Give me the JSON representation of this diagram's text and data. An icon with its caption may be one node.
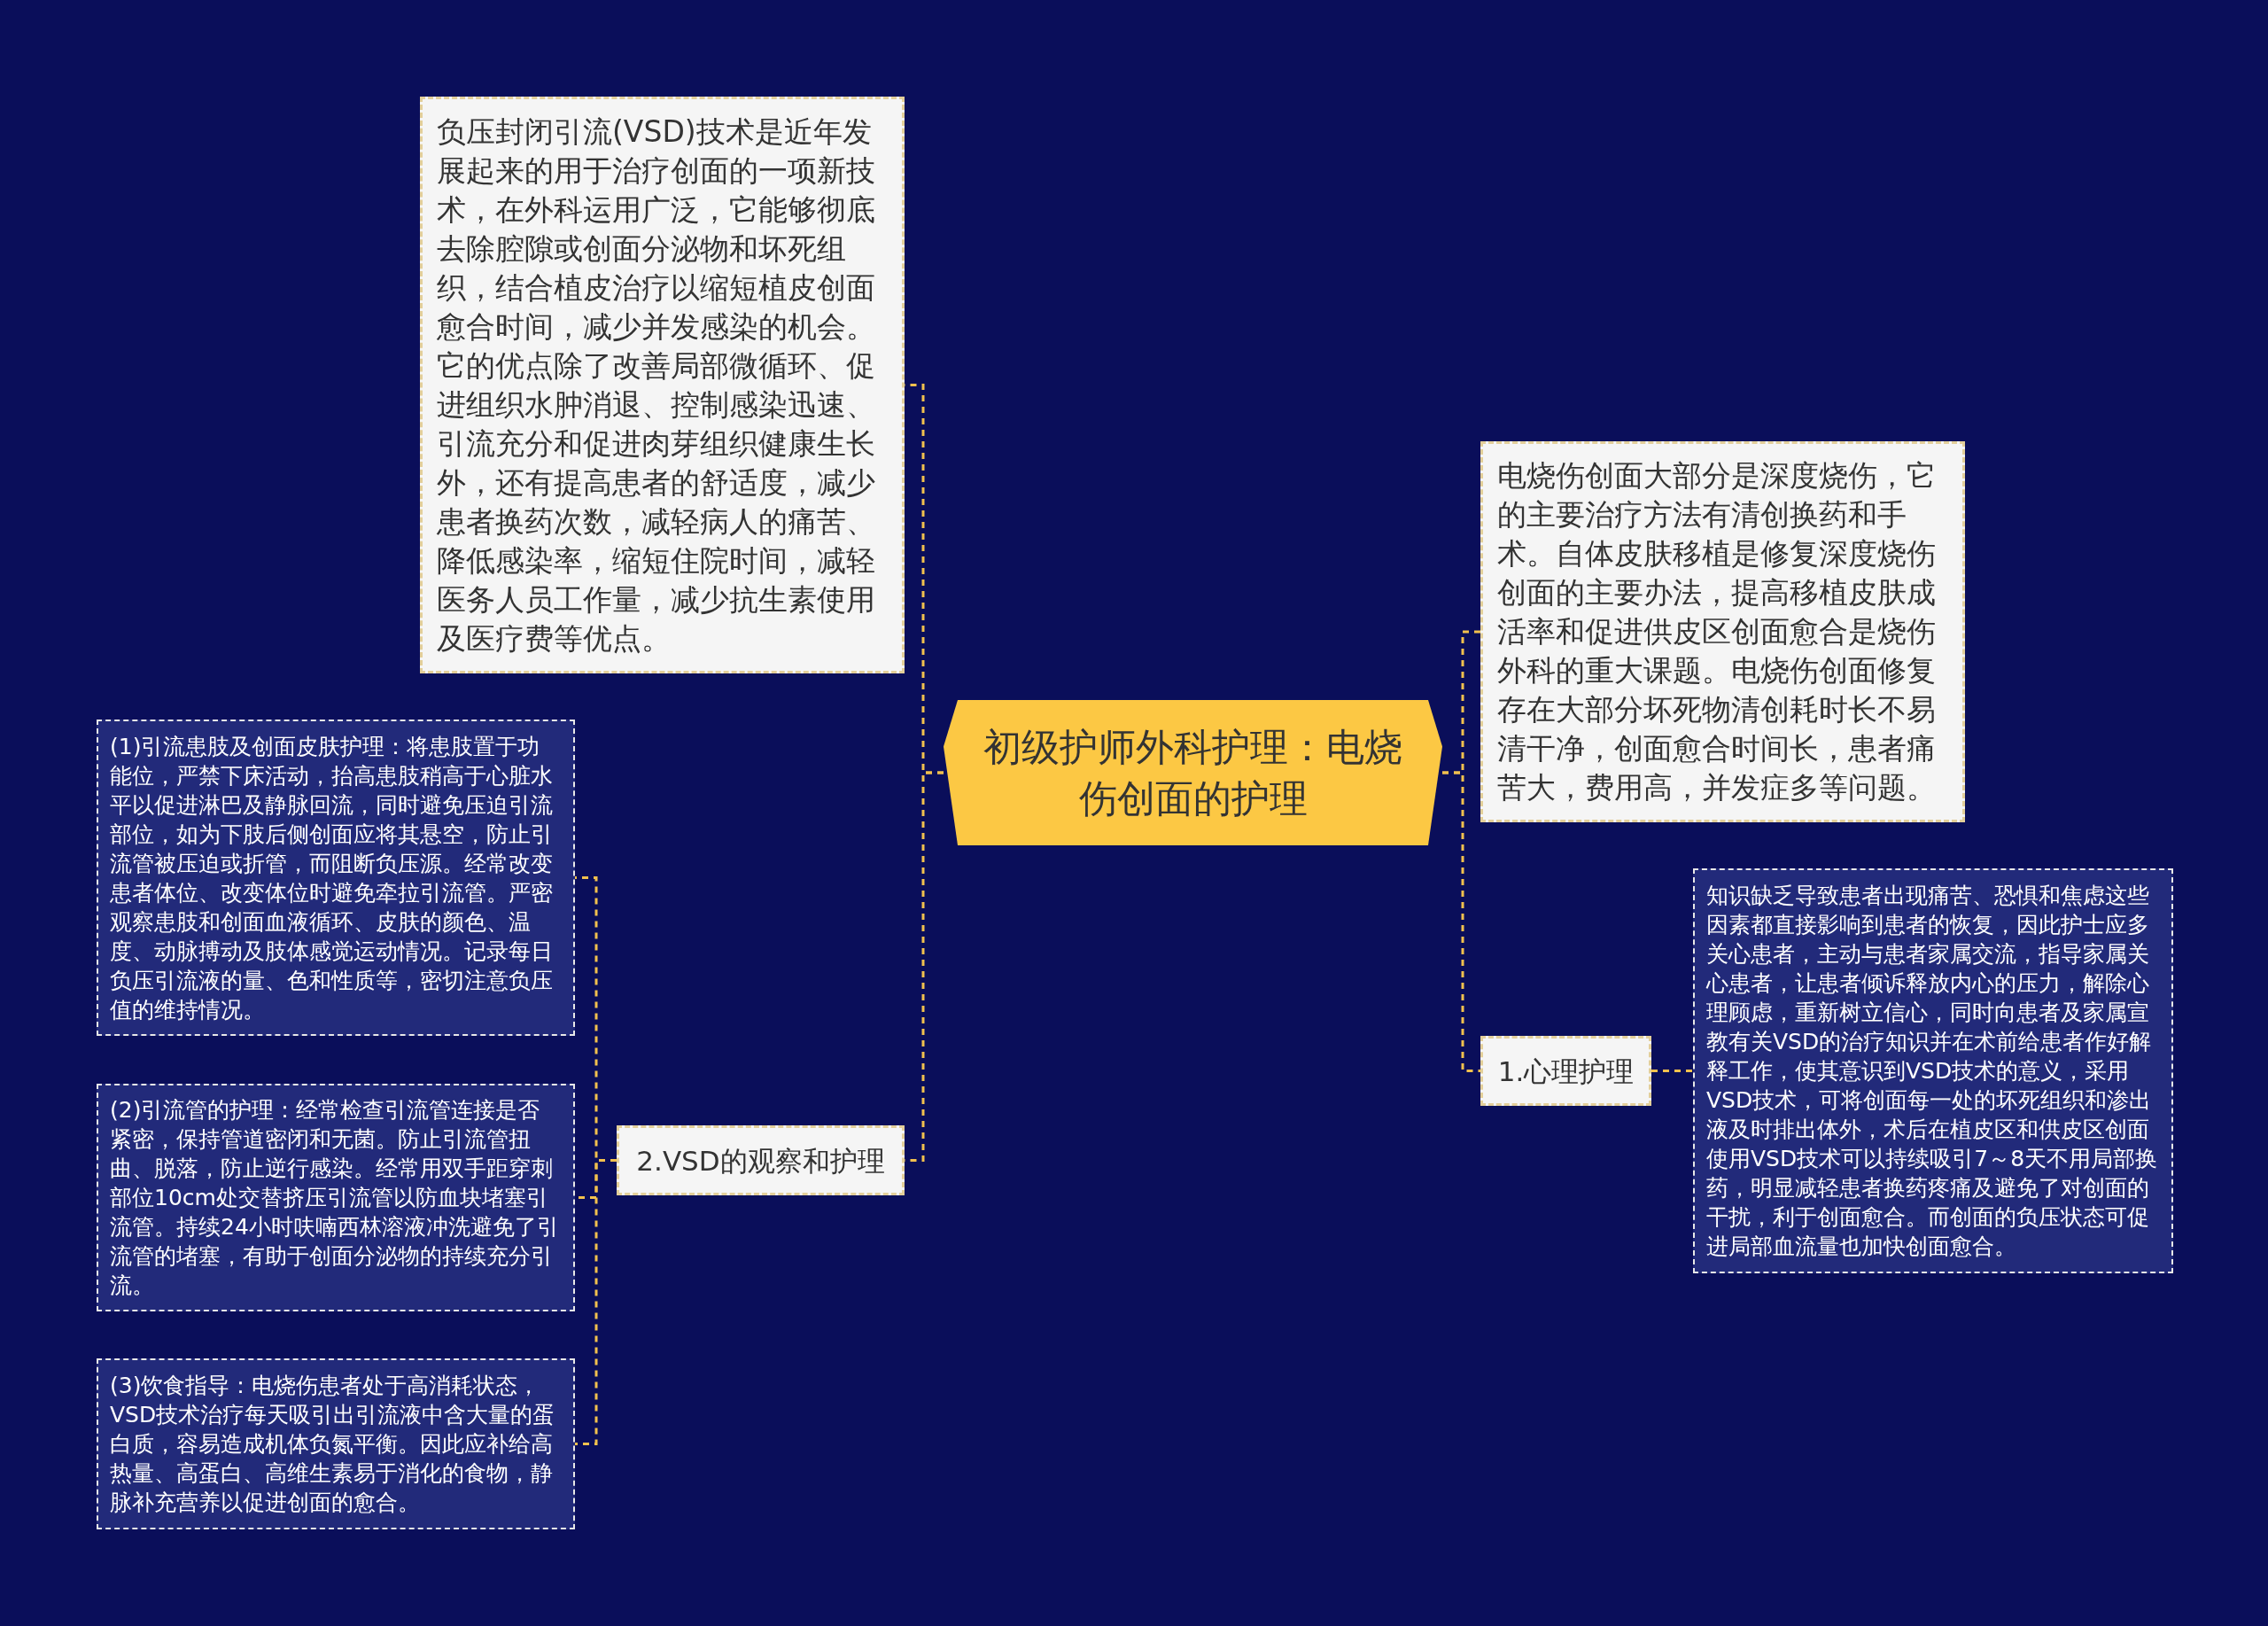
{
  "diagram": {
    "nodes": [
      {
        "text": [
          "初级护师外科护理：电烧伤创面的护理"
        ]
      },
      {
        "text": [
          "负压封闭引流(VSD)技术是近年发展起来的用于治疗创面的一项新技术，在外科运用广泛，它能够彻底去除腔隙或创面分泌物和坏死组织，结合植皮治疗以缩短植皮创面愈合时间，减少并发感染的机会。它的优点除了改善局部微循环、促进组织水肿消退、控制感染迅速、引流充分和促进肉芽组织健康生长外，还有提高患者的舒适度，减少患者换药次数，减轻病人的痛苦、降低感染率，缩短住院时间，减轻医务人员工作量，减少抗生素使用及医疗费等优点。"
        ]
      },
      {
        "text": [
          "电烧伤创面大部分是深度烧伤，它的主要治疗方法有清创换药和手术。自体皮肤移植是修复深度烧伤创面的主要办法，提高移植皮肤成活率和促进供皮区创面愈合是烧伤外科的重大课题。电烧伤创面修复存在大部分坏死物清创耗时长不易清干净，创面愈合时间长，患者痛苦大，费用高，并发症多等问题。"
        ]
      },
      {
        "text": [
          "1.心理护理"
        ]
      },
      {
        "text": [
          "知识缺乏导致患者出现痛苦、恐惧和焦虑这些因素都直接影响到患者的恢复，因此护士应多关心患者，主动与患者家属交流，指导家属关心患者，让患者倾诉释放内心的压力，解除心理顾虑，重新树立信心，同时向患者及家属宣教有关VSD的治疗知识并在术前给患者作好解释工作，使其意识到VSD技术的意义，采用VSD技术，可将创面每一处的坏死组织和渗出液及时排出体外，术后在植皮区和供皮区创面使用VSD技术可以持续吸引7～8天不用局部换药，明显减轻患者换药疼痛及避免了对创面的干扰，利于创面愈合。而创面的负压状态可促进局部血流量也加快创面愈合。"
        ]
      },
      {
        "text": [
          "2.VSD的观察和护理"
        ]
      },
      {
        "text": [
          "(1)引流患肢及创面皮肤护理：将患肢置于功能位，严禁下床活动，抬高患肢稍高于心脏水平以促进淋巴及静脉回流，同时避免压迫引流部位，如为下肢后侧创面应将其悬空，防止引流管被压迫或折管，而阻断负压源。经常改变患者体位、改变体位时避免牵拉引流管。严密观察患肢和创面血液循环、皮肤的颜色、温度、动脉搏动及肢体感觉运动情况。记录每日负压引流液的量、色和性质等，密切注意负压值的维持情况。"
        ]
      },
      {
        "text": [
          "(2)引流管的护理：经常检查引流管连接是否紧密，保持管道密闭和无菌。防止引流管扭曲、脱落，防止逆行感染。经常用双手距穿刺部位10cm处交替挤压引流管以防血块堵塞引流管。持续24小时呋喃西林溶液冲洗避免了引流管的堵塞，有助于创面分泌物的持续充分引流。"
        ]
      },
      {
        "text": [
          "(3)饮食指导：电烧伤患者处于高消耗状态，VSD技术治疗每天吸引出引流液中含大量的蛋白质，容易造成机体负氮平衡。因此应补给高热量、高蛋白、高维生素易于消化的食物，静脉补充营养以促进创面的愈合。"
        ]
      }
    ],
    "edges": [
      {
        "from": 0,
        "to": 1,
        "arrow": "none",
        "style": "dashed"
      },
      {
        "from": 0,
        "to": 2,
        "arrow": "none",
        "style": "dashed"
      },
      {
        "from": 0,
        "to": 3,
        "arrow": "none",
        "style": "dashed"
      },
      {
        "from": 3,
        "to": 4,
        "arrow": "none",
        "style": "dashed"
      },
      {
        "from": 0,
        "to": 5,
        "arrow": "none",
        "style": "dashed"
      },
      {
        "from": 5,
        "to": 6,
        "arrow": "none",
        "style": "dashed"
      },
      {
        "from": 5,
        "to": 7,
        "arrow": "none",
        "style": "dashed"
      },
      {
        "from": 5,
        "to": 8,
        "arrow": "none",
        "style": "dashed"
      }
    ]
  }
}
